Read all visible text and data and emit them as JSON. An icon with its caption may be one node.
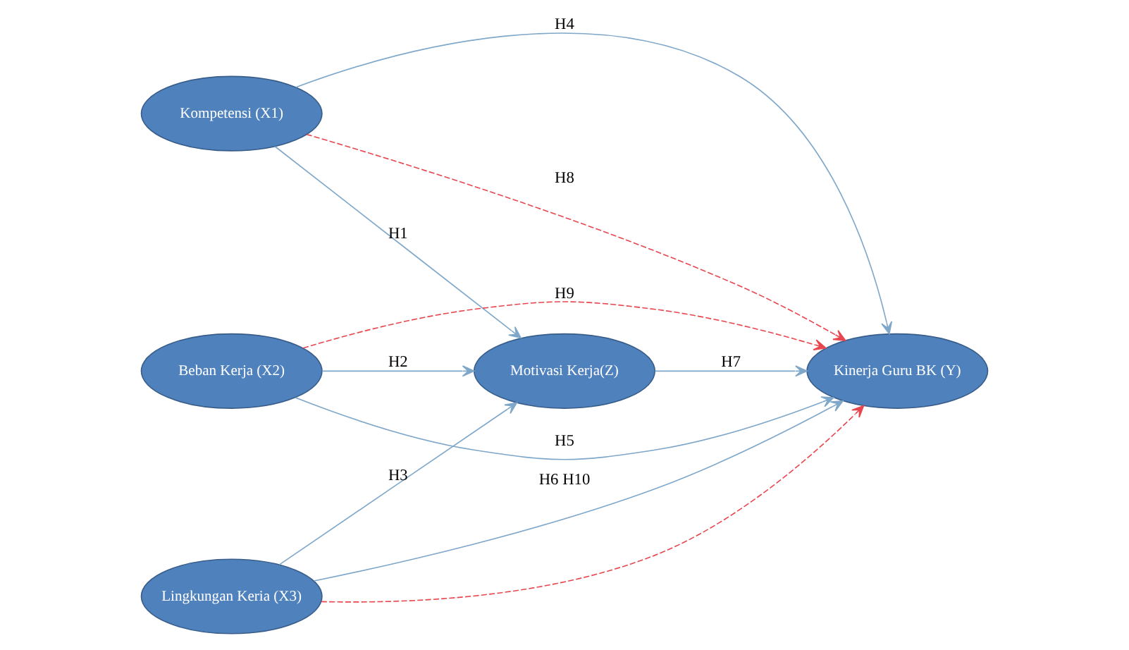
{
  "diagram": {
    "nodes": [
      {
        "text": [
          "Kompetensi (X1)"
        ]
      },
      {
        "text": [
          "Beban Kerja (X2)"
        ]
      },
      {
        "text": [
          "Lingkungan Keria (X3)"
        ]
      },
      {
        "text": [
          "Motivasi Kerja(Z)"
        ]
      },
      {
        "text": [
          "Kinerja Guru BK (Y)"
        ]
      }
    ],
    "edges": [
      {
        "from": 0,
        "to": 3,
        "arrow": "to",
        "label": "H1"
      },
      {
        "from": 1,
        "to": 3,
        "arrow": "to",
        "label": "H2"
      },
      {
        "from": 2,
        "to": 3,
        "arrow": "to",
        "label": "H3"
      },
      {
        "from": 0,
        "to": 4,
        "arrow": "to",
        "label": "H4"
      },
      {
        "from": 1,
        "to": 4,
        "arrow": "to",
        "label": "H5"
      },
      {
        "from": 2,
        "to": 4,
        "arrow": "to",
        "label": "H6 H10"
      },
      {
        "from": 3,
        "to": 4,
        "arrow": "to",
        "label": "H7"
      },
      {
        "from": 0,
        "to": 4,
        "arrow": "to",
        "label": "H8",
        "style": "dashed",
        "color": "#e8474f"
      },
      {
        "from": 1,
        "to": 4,
        "arrow": "to",
        "label": "H9",
        "style": "dashed",
        "color": "#e8474f"
      },
      {
        "from": 2,
        "to": 4,
        "arrow": "to",
        "style": "dashed",
        "color": "#e8474f"
      }
    ]
  }
}
